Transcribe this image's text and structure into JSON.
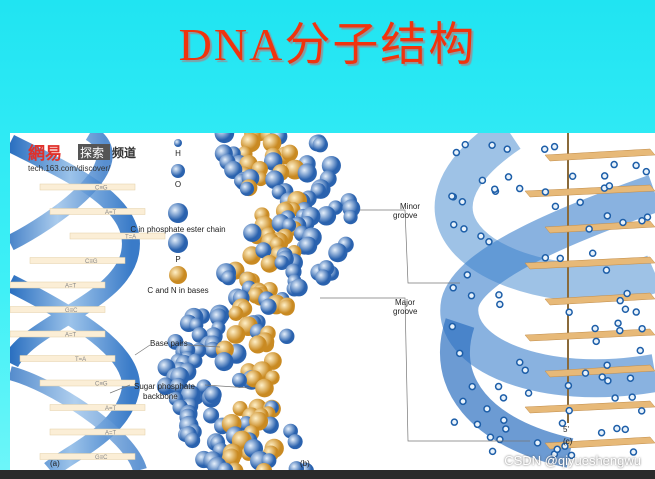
{
  "title": "DNA分子结构",
  "watermark_logo": {
    "brand": "網易",
    "channel": "探索频道",
    "url": "tech.163.com/discover/"
  },
  "panel_a": {
    "label": "(a)",
    "base_pairs": [
      "C≡G",
      "A=T",
      "T=A",
      "C≡G",
      "A=T",
      "G≡C",
      "A=T",
      "T=A",
      "C≡G",
      "A=T",
      "A=T",
      "G≡C"
    ],
    "callouts": [
      "Base pairs",
      "Sugar phosphate",
      "backbone"
    ]
  },
  "legend": [
    {
      "symbol": "H",
      "color": "#dfe9f5"
    },
    {
      "symbol": "O",
      "color": "#9fc0e4"
    },
    {
      "symbol": "C in phosphate ester chain",
      "color": "#2f66b0"
    },
    {
      "symbol": "P",
      "color": "#1e4f99"
    },
    {
      "symbol": "C and N in bases",
      "color": "#e0a23a"
    }
  ],
  "panel_b": {
    "label": "(b)",
    "callouts": [
      "Minor",
      "groove",
      "Major",
      "groove"
    ]
  },
  "panel_c": {
    "label": "(c)",
    "end_label": "5'"
  },
  "credit": "CSDN @qiyueshengwu"
}
